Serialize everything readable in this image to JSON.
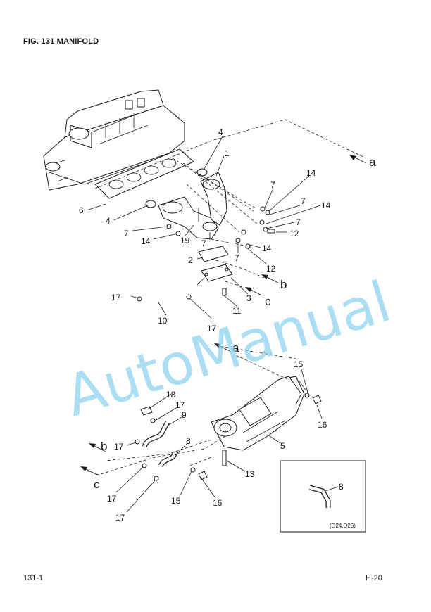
{
  "figure": {
    "title": "FIG. 131  MANIFOLD"
  },
  "callouts": {
    "c1": "1",
    "c2": "2",
    "c3": "3",
    "c4a": "4",
    "c4b": "4",
    "c5": "5",
    "c6": "6",
    "c7a": "7",
    "c7b": "7",
    "c7c": "7",
    "c7d": "7",
    "c7e": "7",
    "c8a": "8",
    "c8b": "8",
    "c9": "9",
    "c10": "10",
    "c11": "11",
    "c12a": "12",
    "c12b": "12",
    "c13": "13",
    "c14a": "14",
    "c14b": "14",
    "c14c": "14",
    "c14d": "14",
    "c15a": "15",
    "c15b": "15",
    "c16a": "16",
    "c16b": "16",
    "c17a": "17",
    "c17b": "17",
    "c17c": "17",
    "c17d": "17",
    "c17e": "17",
    "c17f": "17",
    "c18": "18",
    "c19": "19"
  },
  "flow_markers": {
    "a_top": "a",
    "b_top": "b",
    "c_top": "c",
    "a_mid": "a",
    "b_low": "b",
    "c_low": "c"
  },
  "inset": {
    "note": "(D24,D25)"
  },
  "watermark": "AutoManual",
  "footer": {
    "left": "131-1",
    "right": "H-20"
  }
}
